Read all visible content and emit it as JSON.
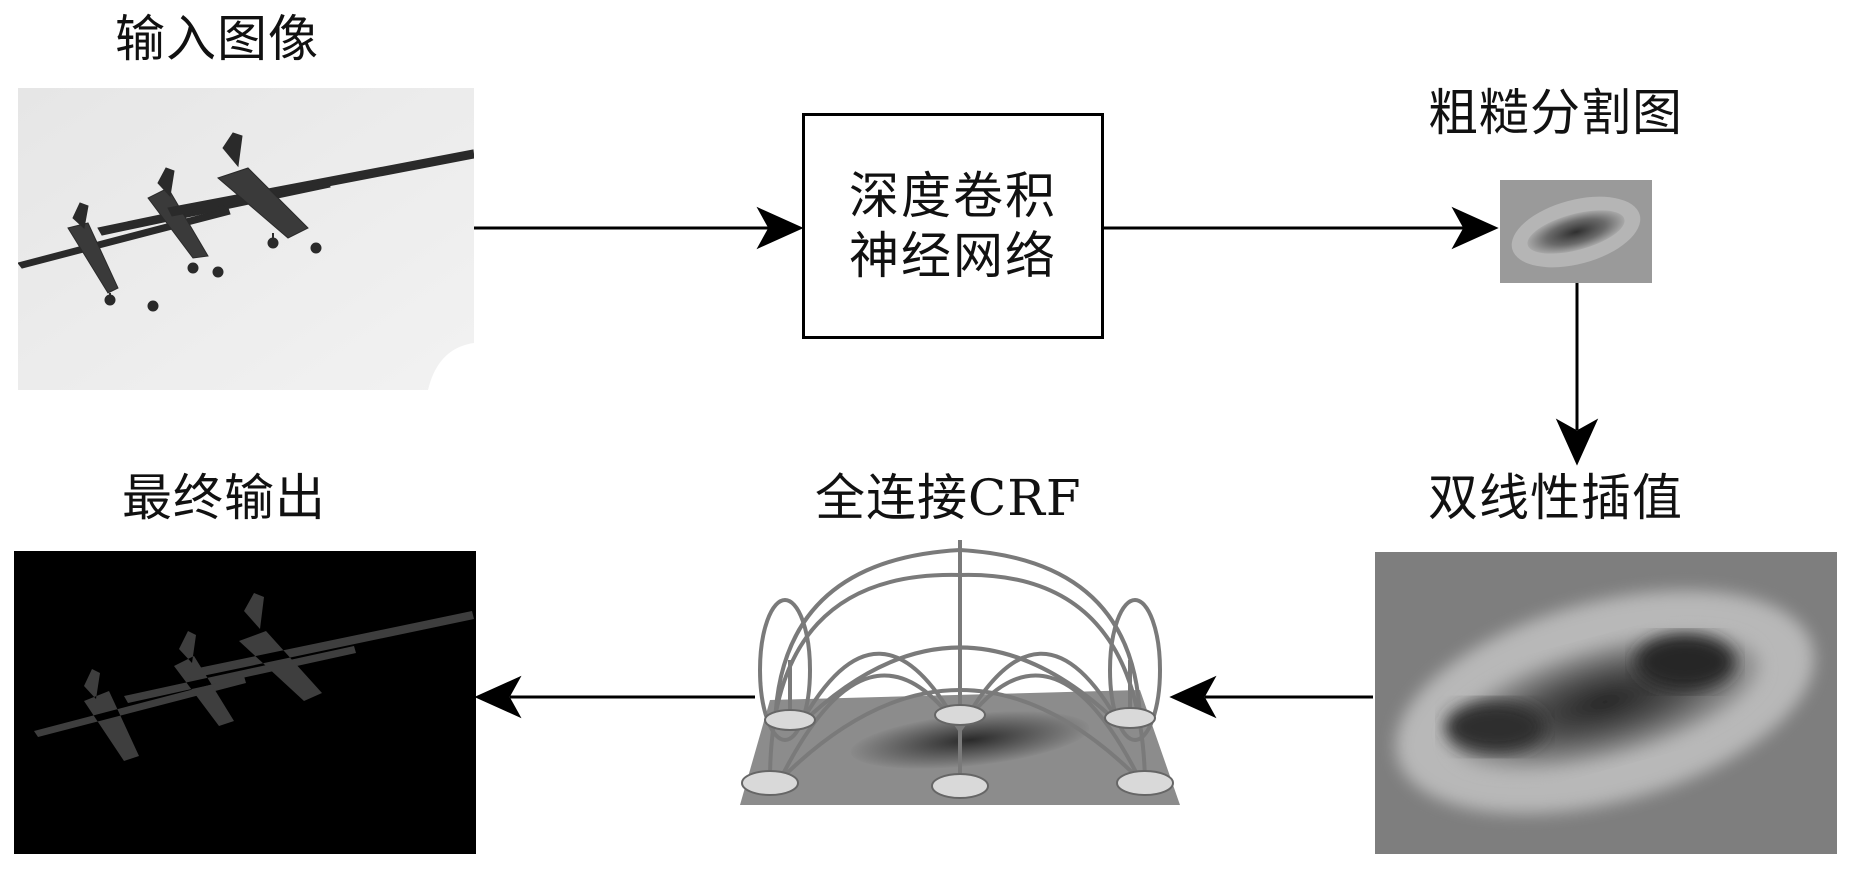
{
  "labels": {
    "input_image": "输入图像",
    "network_line1": "深度卷积",
    "network_line2": "神经网络",
    "coarse_map": "粗糙分割图",
    "bilinear": "双线性插值",
    "crf": "全连接CRF",
    "final_output": "最终输出"
  },
  "colors": {
    "arrow": "#000000",
    "background": "#ffffff",
    "output_bg": "#000000"
  }
}
